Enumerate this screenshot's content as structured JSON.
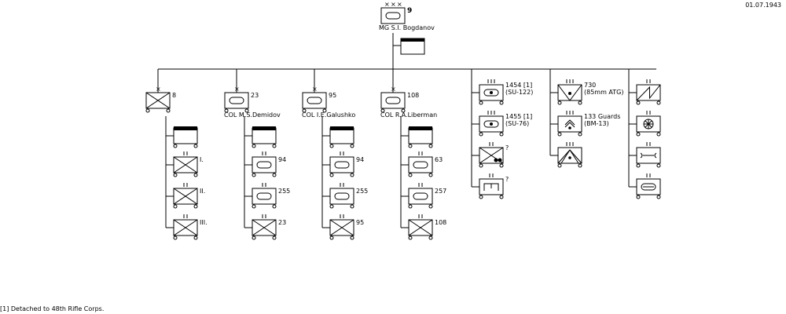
{
  "date": "01.07.1943",
  "footnote": "[1] Detached to 48th Rifle Corps.",
  "hq": {
    "number": "9",
    "commander": "MG  S.I. Bogdanov",
    "size": "xxx"
  },
  "columns": [
    {
      "head": {
        "number": "8",
        "commander": "",
        "type": "motorized-rifle",
        "size": "x"
      },
      "children": [
        {
          "type": "hq-company",
          "size": "",
          "label": ""
        },
        {
          "type": "motorized-rifle",
          "size": "II",
          "label": "I."
        },
        {
          "type": "motorized-rifle",
          "size": "II",
          "label": "II."
        },
        {
          "type": "motorized-rifle",
          "size": "II",
          "label": "III."
        }
      ]
    },
    {
      "head": {
        "number": "23",
        "commander": "COL  M.S.Demidov",
        "type": "armor",
        "size": "x"
      },
      "children": [
        {
          "type": "hq-company",
          "size": "",
          "label": ""
        },
        {
          "type": "armor",
          "size": "II",
          "label": "94"
        },
        {
          "type": "armor",
          "size": "II",
          "label": "255"
        },
        {
          "type": "motorized-rifle",
          "size": "II",
          "label": "23"
        }
      ]
    },
    {
      "head": {
        "number": "95",
        "commander": "COL  I.E.Galushko",
        "type": "armor",
        "size": "x"
      },
      "children": [
        {
          "type": "hq-company",
          "size": "",
          "label": ""
        },
        {
          "type": "armor",
          "size": "II",
          "label": "94"
        },
        {
          "type": "armor",
          "size": "II",
          "label": "255"
        },
        {
          "type": "motorized-rifle",
          "size": "II",
          "label": "95"
        }
      ]
    },
    {
      "head": {
        "number": "108",
        "commander": "COL  R.A.Liberman",
        "type": "armor",
        "size": "x"
      },
      "children": [
        {
          "type": "hq-company",
          "size": "",
          "label": ""
        },
        {
          "type": "armor",
          "size": "II",
          "label": "63"
        },
        {
          "type": "armor",
          "size": "II",
          "label": "257"
        },
        {
          "type": "motorized-rifle",
          "size": "II",
          "label": "108"
        }
      ]
    },
    {
      "head": null,
      "children": [
        {
          "type": "assault-gun",
          "size": "III",
          "label": "1454 [1]",
          "sublabel": "(SU-122)"
        },
        {
          "type": "assault-gun",
          "size": "III",
          "label": "1455 [1]",
          "sublabel": "(SU-76)"
        },
        {
          "type": "motorcycle",
          "size": "II",
          "label": "?"
        },
        {
          "type": "engineer",
          "size": "II",
          "label": "?"
        }
      ]
    },
    {
      "head": null,
      "children": [
        {
          "type": "anti-tank",
          "size": "III",
          "label": "730",
          "sublabel": "(85mm ATG)"
        },
        {
          "type": "rocket-artillery",
          "size": "III",
          "label": "133 Guards",
          "sublabel": "(BM-13)"
        },
        {
          "type": "anti-aircraft",
          "size": "III",
          "label": "",
          "sublabel": ""
        }
      ]
    },
    {
      "head": null,
      "children": [
        {
          "type": "signal",
          "size": "II",
          "label": ""
        },
        {
          "type": "medical",
          "size": "II",
          "label": ""
        },
        {
          "type": "maintenance",
          "size": "II",
          "label": ""
        },
        {
          "type": "supply",
          "size": "II",
          "label": ""
        }
      ]
    }
  ]
}
